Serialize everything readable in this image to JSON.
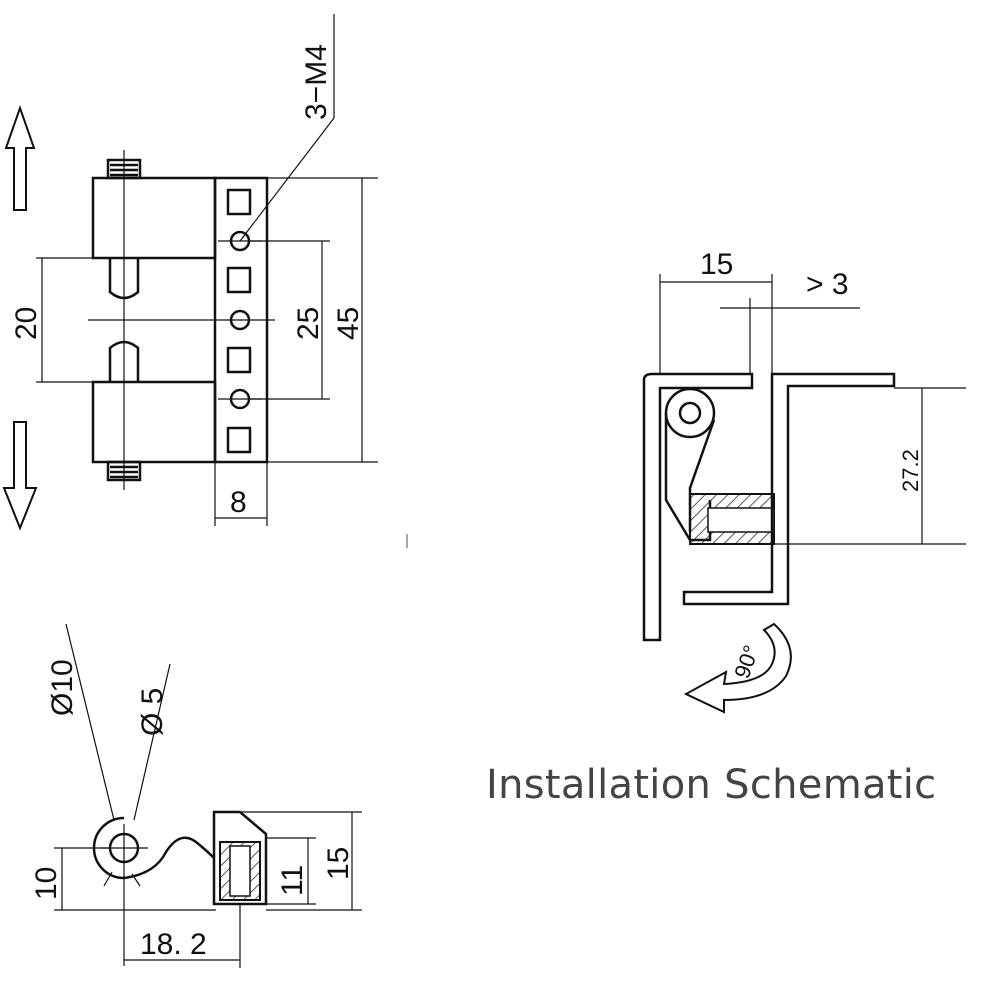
{
  "labels": {
    "thread_callout": "3−M4",
    "dim_20": "20",
    "dim_25": "25",
    "dim_45": "45",
    "dim_8": "8",
    "dim_15_top": "15",
    "dim_gap": "> 3",
    "dim_27_2": "27.2",
    "angle_90": "90°",
    "dia_10": "Ø10",
    "dia_5": "Ø 5",
    "dim_10": "10",
    "dim_11": "11",
    "dim_15_side": "15",
    "dim_18_2": "18. 2"
  },
  "caption": "Installation Schematic"
}
